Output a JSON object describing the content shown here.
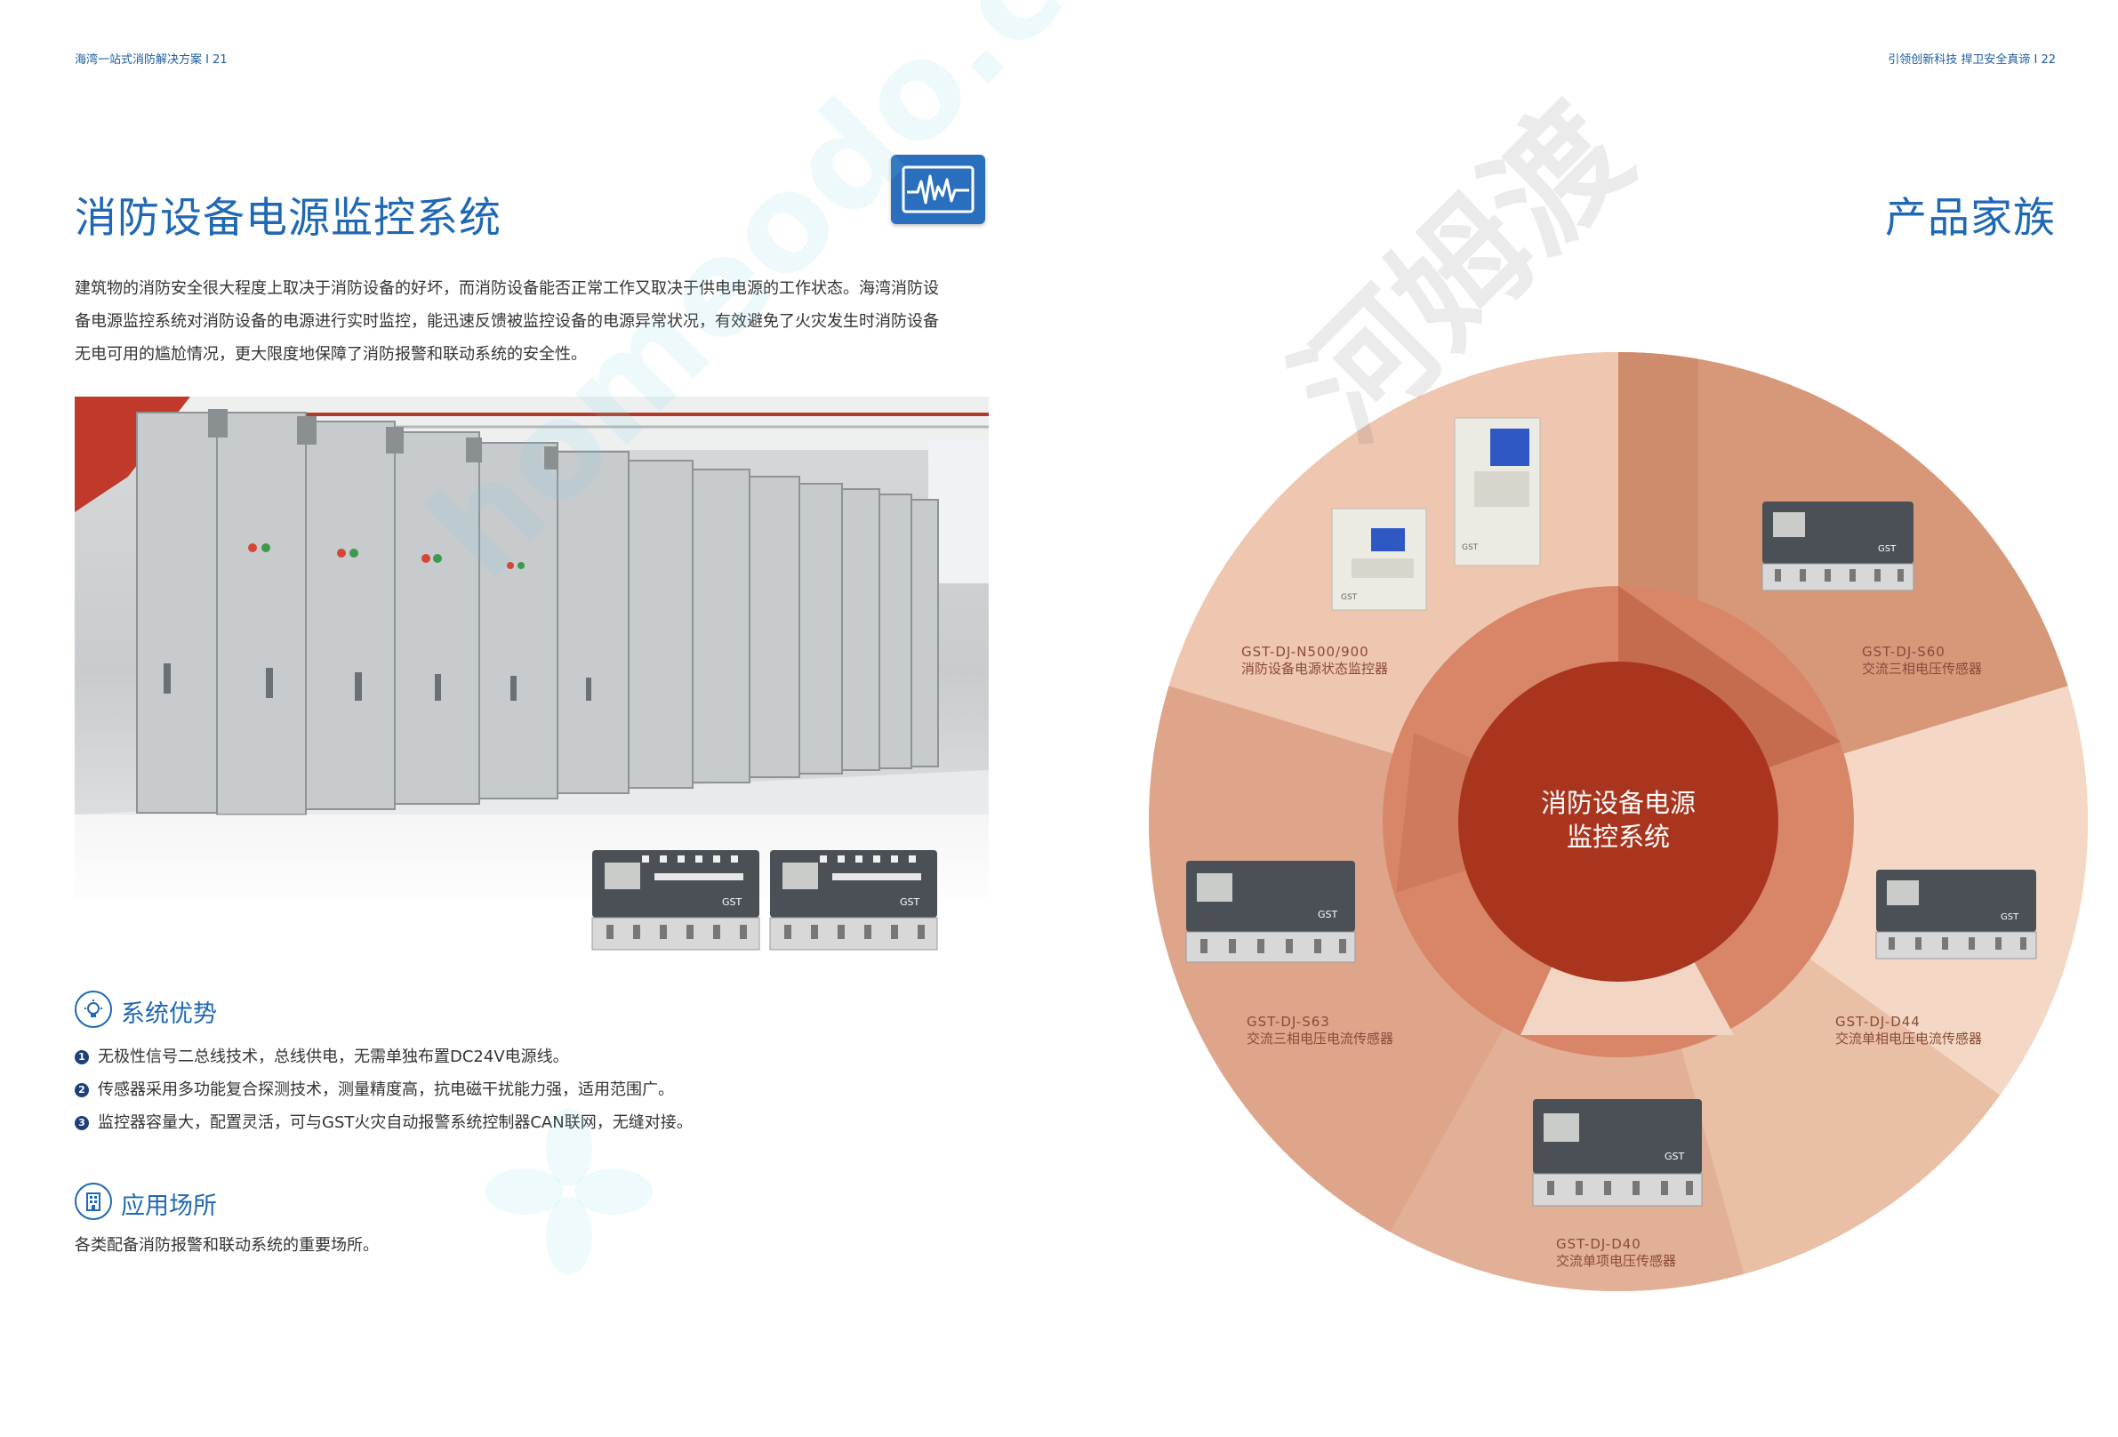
{
  "header": {
    "left": "海湾一站式消防解决方案 I 21",
    "right": "引领创新科技  捍卫安全真谛 I 22"
  },
  "left_page": {
    "title": "消防设备电源监控系统",
    "title_icon": "waveform-monitor-icon",
    "intro_lines": [
      "建筑物的消防安全很大程度上取决于消防设备的好坏，而消防设备能否正常工作又取决于供电电源的工作状态。海湾消防设",
      "备电源监控系统对消防设备的电源进行实时监控，能迅速反馈被监控设备的电源异常状况，有效避免了火灾发生时消防设备",
      "无电可用的尴尬情况，更大限度地保障了消防报警和联动系统的安全性。"
    ],
    "advantages": {
      "heading": "系统优势",
      "icon": "lightbulb-gear-icon",
      "items": [
        {
          "num": "1",
          "text": "无极性信号二总线技术，总线供电，无需单独布置DC24V电源线。"
        },
        {
          "num": "2",
          "text": "传感器采用多功能复合探测技术，测量精度高，抗电磁干扰能力强，适用范围广。"
        },
        {
          "num": "3",
          "text": "监控器容量大，配置灵活，可与GST火灾自动报警系统控制器CAN联网，无缝对接。"
        }
      ]
    },
    "applications": {
      "heading": "应用场所",
      "icon": "building-icon",
      "text": "各类配备消防报警和联动系统的重要场所。"
    }
  },
  "right_page": {
    "title": "产品家族",
    "center": {
      "line1": "消防设备电源",
      "line2": "监控系统"
    },
    "devices": [
      {
        "model": "GST-DJ-N500/900",
        "name": "消防设备电源状态监控器"
      },
      {
        "model": "GST-DJ-S60",
        "name": "交流三相电压传感器"
      },
      {
        "model": "GST-DJ-D44",
        "name": "交流单相电压电流传感器"
      },
      {
        "model": "GST-DJ-D40",
        "name": "交流单项电压传感器"
      },
      {
        "model": "GST-DJ-S63",
        "name": "交流三相电压电流传感器"
      }
    ],
    "colors": {
      "outer_light": "#f2cdb6",
      "outer_mid": "#dea88b",
      "outer_dark": "#c9765a",
      "ring": "#c9664b",
      "core": "#a9351f"
    }
  },
  "watermark": {
    "cn": "河姆渡",
    "en": "homeodo.com"
  }
}
